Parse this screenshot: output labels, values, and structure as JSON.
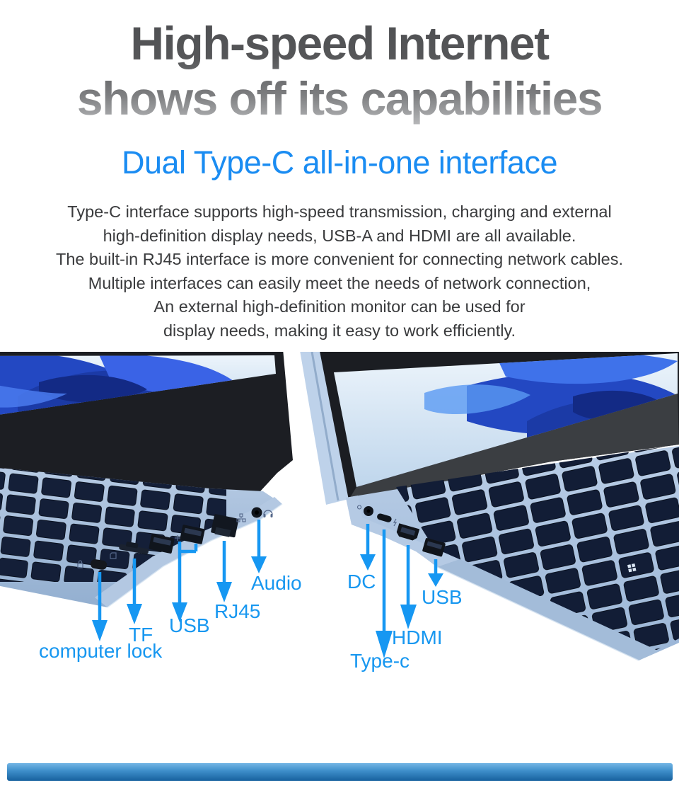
{
  "header": {
    "title_line1": "High-speed Internet",
    "title_line2": "shows off its capabilities",
    "subtitle": "Dual Type-C all-in-one interface"
  },
  "paragraph": {
    "lines": [
      "Type-C interface supports high-speed transmission, charging and external",
      "high-definition display needs, USB-A and HDMI are all available.",
      "The built-in RJ45 interface is more convenient for connecting network cables.",
      "Multiple interfaces can easily meet the needs of network connection,",
      "An external high-definition monitor can be used for",
      "display needs, making it easy to work efficiently."
    ]
  },
  "annotations": {
    "left_laptop": {
      "computer_lock": "computer lock",
      "tf": "TF",
      "usb": "USB",
      "rj45": "RJ45",
      "audio": "Audio"
    },
    "right_laptop": {
      "dc": "DC",
      "usb": "USB",
      "hdmi": "HDMI",
      "type_c": "Type-c"
    }
  },
  "colors": {
    "annotation_blue": "#1797f0",
    "subtitle_blue": "#1a8cf2",
    "heading_gray_top": "#4d4e51",
    "heading_gray_bottom": "#b9babc",
    "body_text": "#3a3b3d",
    "laptop_body_blue": "#a9c2de",
    "wallpaper_blue": "#2b55d0",
    "bottom_bar_blue": "#3d8dc9"
  }
}
